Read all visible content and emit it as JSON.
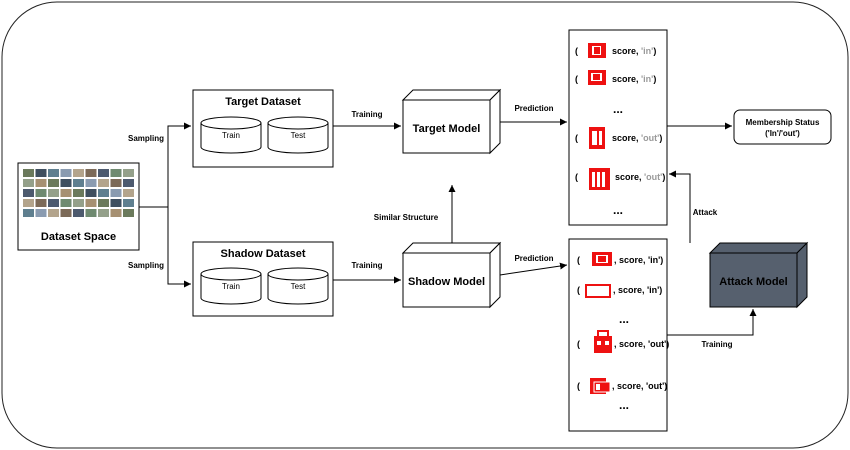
{
  "dataset_space": {
    "label": "Dataset Space"
  },
  "target_dataset": {
    "title": "Target Dataset",
    "train": "Train",
    "test": "Test"
  },
  "shadow_dataset": {
    "title": "Shadow Dataset",
    "train": "Train",
    "test": "Test"
  },
  "target_model": {
    "label": "Target Model"
  },
  "shadow_model": {
    "label": "Shadow Model"
  },
  "attack_model": {
    "label": "Attack Model"
  },
  "membership_status": {
    "line1": "Membership Status",
    "line2": "('In'/'out')"
  },
  "edges": {
    "sampling_top": "Sampling",
    "sampling_bottom": "Sampling",
    "training_target": "Training",
    "training_shadow": "Training",
    "prediction_target": "Prediction",
    "prediction_shadow": "Prediction",
    "similar_structure": "Similar Structure",
    "attack": "Attack",
    "training_attack": "Training"
  },
  "target_predictions": {
    "rows": [
      {
        "open": "(",
        "text": "score, ",
        "label": "'in'",
        "close": ")"
      },
      {
        "open": "(",
        "text": "score, ",
        "label": "'in'",
        "close": ")"
      },
      {
        "open": "(",
        "text": "score, ",
        "label": "'out'",
        "close": ")"
      },
      {
        "open": "(",
        "text": "score, ",
        "label": "'out'",
        "close": ")"
      }
    ],
    "ellipsis": [
      "...",
      "..."
    ]
  },
  "shadow_predictions": {
    "rows": [
      {
        "open": "(",
        "text": ", score, 'in')"
      },
      {
        "open": "(",
        "text": ", score, 'in')"
      },
      {
        "open": "(",
        "text": ", score, 'out')"
      },
      {
        "open": "(",
        "text": ", score, 'out')"
      }
    ],
    "ellipsis": [
      "...",
      "..."
    ]
  },
  "colors": {
    "border": "#000000",
    "icon_red": "#ee1111",
    "attack_box": "#56606e",
    "label_gray": "#999999"
  }
}
